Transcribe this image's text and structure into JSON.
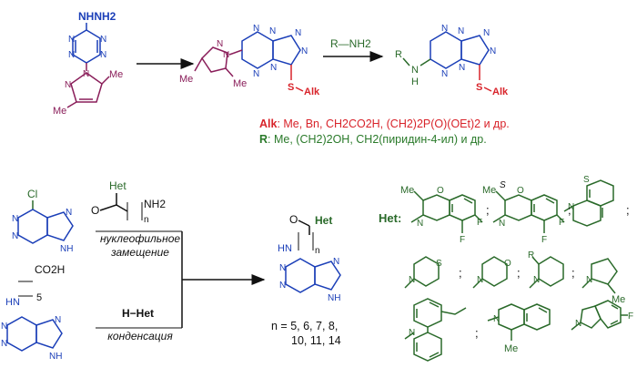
{
  "scheme_top": {
    "start_label": "NHNH2",
    "mid_label_sub": "S",
    "mid_label_alk": "Alk",
    "me_label": "Me",
    "reagent_top": "R—NH2",
    "product_sub": "S",
    "product_alk": "Alk",
    "product_r": "R",
    "product_nh_n": "N",
    "product_nh_h": "H",
    "alk_key": "Alk",
    "alk_text": ": Me, Bn, CH2CO2H, (CH2)2P(O)(OEt)2 и др.",
    "r_key": "R",
    "r_text": ": Me, (CH2)2OH, CH2(пиридин-4-ил) и др."
  },
  "scheme_bottom": {
    "chloropurine_cl": "Cl",
    "reagent1_het": "Het",
    "reagent1_nh2": "NH2",
    "reagent1_n": "n",
    "cond1_line1": "нуклеофильное",
    "cond1_line2": "замещение",
    "acid_label": "CO2H",
    "acid_n": "5",
    "acid_hn": "HN",
    "reagent2": "H−Het",
    "cond2": "конденсация",
    "product_het": "Het",
    "product_hn": "HN",
    "product_n": "n",
    "n_values_line1": "n = 5, 6, 7, 8,",
    "n_values_line2": "10, 11, 14",
    "het_label": "Het:"
  },
  "het_fragments": [
    "Me-benzoxazine-difluoro",
    "(S)-Me-benzoxazine-difluoro",
    "benzothiazine",
    "thiomorpholine",
    "morpholine",
    "R-piperidine",
    "2-Me-pyrrolidine",
    "dibenzazepine",
    "1-Me-tetrahydroisoquinoline",
    "5-F-indoline"
  ],
  "het_separators": [
    ";",
    ";",
    ";",
    ";",
    ";",
    ";",
    ";"
  ],
  "het_atoms": {
    "me": "Me",
    "n": "N",
    "o": "O",
    "f": "F",
    "s": "S",
    "r": "R",
    "stereo": "S"
  },
  "colors": {
    "maroon": "#8a1e5a",
    "blue": "#1b3fb8",
    "red": "#d8232a",
    "green": "#2a6a2a"
  }
}
